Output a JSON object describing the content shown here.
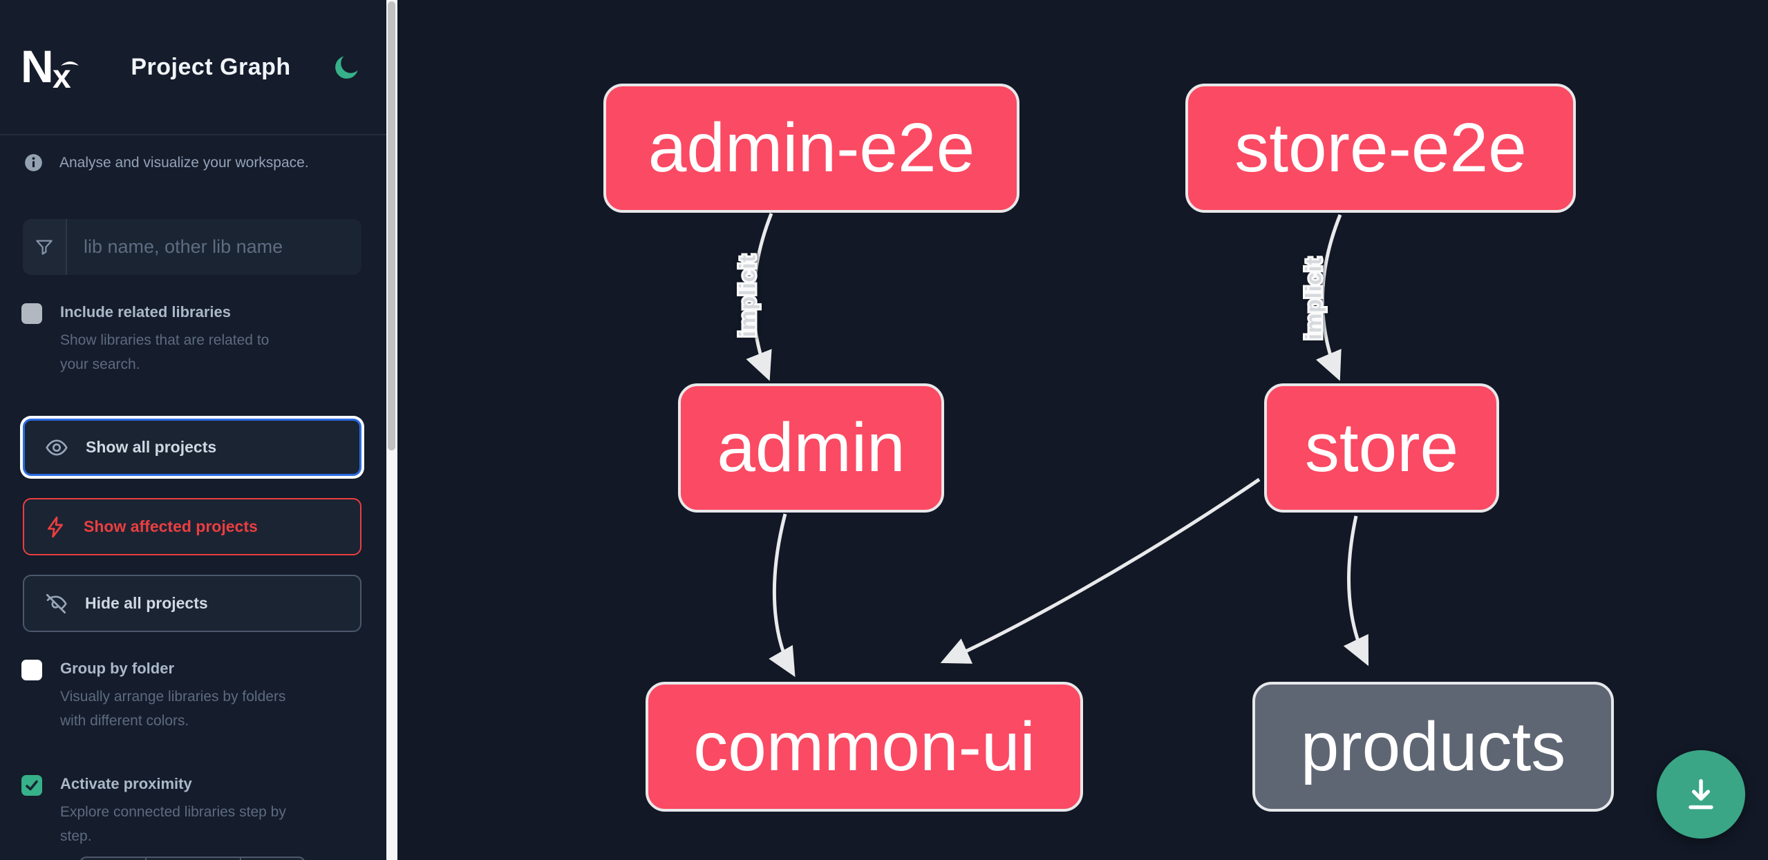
{
  "app": {
    "title": "Project Graph"
  },
  "sidebar": {
    "tagline": "Analyse and visualize your workspace.",
    "search_placeholder": "lib name, other lib name",
    "checkboxes": [
      {
        "label": "Include related libraries",
        "description": "Show libraries that are related to your search.",
        "checked": false
      },
      {
        "label": "Group by folder",
        "description": "Visually arrange libraries by folders with different colors.",
        "checked": false
      },
      {
        "label": "Activate proximity",
        "description": "Explore connected libraries step by step.",
        "checked": true
      }
    ],
    "buttons": [
      {
        "label": "Show all projects",
        "icon": "eye-icon",
        "state": "focused"
      },
      {
        "label": "Show affected projects",
        "icon": "bolt-icon",
        "state": "affected"
      },
      {
        "label": "Hide all projects",
        "icon": "eye-slash-icon",
        "state": "default"
      }
    ]
  },
  "graph": {
    "nodes": [
      {
        "id": "admin-e2e",
        "label": "admin-e2e",
        "color": "#fb4a63"
      },
      {
        "id": "store-e2e",
        "label": "store-e2e",
        "color": "#fb4a63"
      },
      {
        "id": "admin",
        "label": "admin",
        "color": "#fb4a63"
      },
      {
        "id": "store",
        "label": "store",
        "color": "#fb4a63"
      },
      {
        "id": "common-ui",
        "label": "common-ui",
        "color": "#fb4a63"
      },
      {
        "id": "products",
        "label": "products",
        "color": "#5f6673"
      }
    ],
    "edges": [
      {
        "source": "admin-e2e",
        "target": "admin",
        "label": "implicit"
      },
      {
        "source": "store-e2e",
        "target": "store",
        "label": "implicit"
      },
      {
        "source": "admin",
        "target": "common-ui",
        "label": ""
      },
      {
        "source": "store",
        "target": "common-ui",
        "label": ""
      },
      {
        "source": "store",
        "target": "products",
        "label": ""
      }
    ]
  },
  "fab": {
    "icon": "download-icon"
  },
  "colors": {
    "node_pink": "#fb4a63",
    "node_gray": "#5f6673",
    "node_border": "#e7e8ea",
    "edge": "#e9eaeb",
    "background": "#121826",
    "sidebar_background": "#151c2b",
    "accent_green": "#3aa686",
    "focus_blue": "#2b6be3",
    "affected_red": "#ec3e40"
  }
}
